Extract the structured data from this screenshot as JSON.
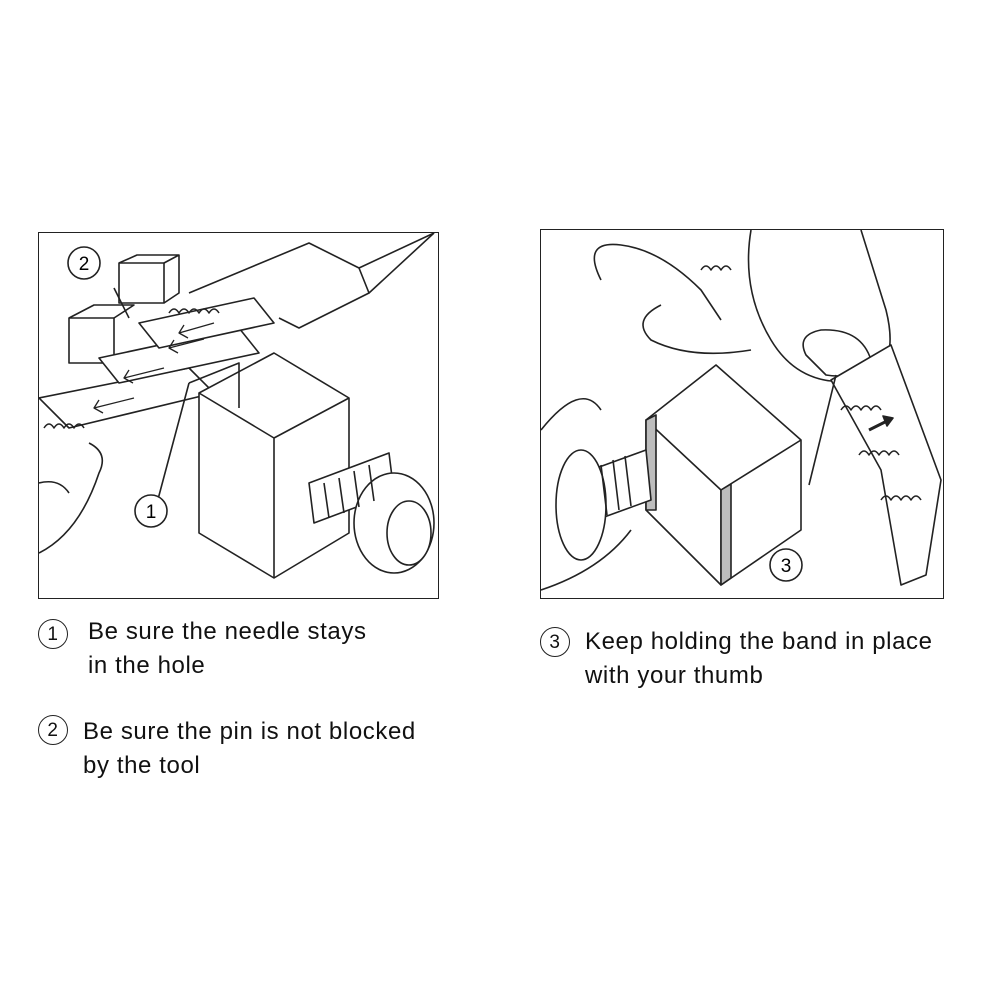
{
  "markers": [
    "1",
    "2",
    "3"
  ],
  "instructions": [
    {
      "number": "1",
      "lines": [
        "Be sure the needle stays",
        "in the hole"
      ]
    },
    {
      "number": "2",
      "lines": [
        "Be sure the pin is not blocked",
        "by the tool"
      ]
    },
    {
      "number": "3",
      "lines": [
        "Keep holding the band in place",
        "with your thumb"
      ]
    }
  ],
  "colors": {
    "line": "#222222",
    "shade": "#bdbdbd",
    "background": "#ffffff"
  }
}
